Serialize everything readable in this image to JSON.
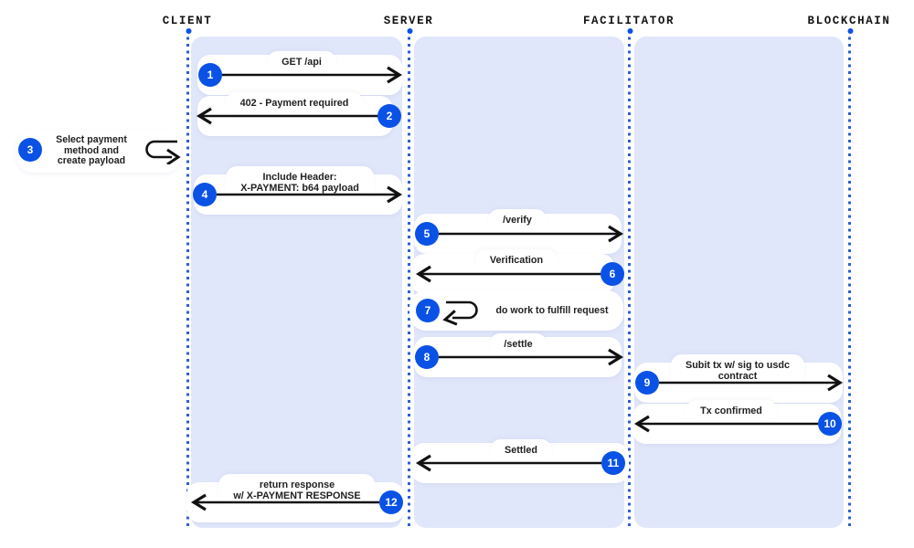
{
  "diagram": {
    "kind": "sequence-diagram",
    "actors": [
      {
        "id": "client",
        "label": "CLIENT"
      },
      {
        "id": "server",
        "label": "SERVER"
      },
      {
        "id": "facilitator",
        "label": "FACILITATOR"
      },
      {
        "id": "blockchain",
        "label": "BLOCKCHAIN"
      }
    ],
    "steps": [
      {
        "num": "1",
        "label": "GET /api",
        "from": "client",
        "to": "server",
        "direction": "right"
      },
      {
        "num": "2",
        "label": "402 - Payment required",
        "from": "server",
        "to": "client",
        "direction": "left"
      },
      {
        "num": "3",
        "label": "Select payment\nmethod and\ncreate payload",
        "from": "client",
        "to": "client",
        "direction": "self"
      },
      {
        "num": "4",
        "label": "Include Header:\nX-PAYMENT: b64 payload",
        "from": "client",
        "to": "server",
        "direction": "right"
      },
      {
        "num": "5",
        "label": "/verify",
        "from": "server",
        "to": "facilitator",
        "direction": "right"
      },
      {
        "num": "6",
        "label": "Verification",
        "from": "facilitator",
        "to": "server",
        "direction": "left"
      },
      {
        "num": "7",
        "label": "do work to fulfill request",
        "from": "server",
        "to": "server",
        "direction": "self"
      },
      {
        "num": "8",
        "label": "/settle",
        "from": "server",
        "to": "facilitator",
        "direction": "right"
      },
      {
        "num": "9",
        "label": "Subit tx w/ sig to usdc\ncontract",
        "from": "facilitator",
        "to": "blockchain",
        "direction": "right"
      },
      {
        "num": "10",
        "label": "Tx confirmed",
        "from": "blockchain",
        "to": "facilitator",
        "direction": "left"
      },
      {
        "num": "11",
        "label": "Settled",
        "from": "facilitator",
        "to": "server",
        "direction": "left"
      },
      {
        "num": "12",
        "label": "return response\nw/ X-PAYMENT RESPONSE",
        "from": "server",
        "to": "client",
        "direction": "left"
      }
    ],
    "colors": {
      "badge_blue": "#0a52e6",
      "panel_blue": "#e1e7fa",
      "lifeline_blue": "#2e5ed1",
      "arrow_black": "#111111",
      "bubble_white": "#ffffff"
    }
  }
}
